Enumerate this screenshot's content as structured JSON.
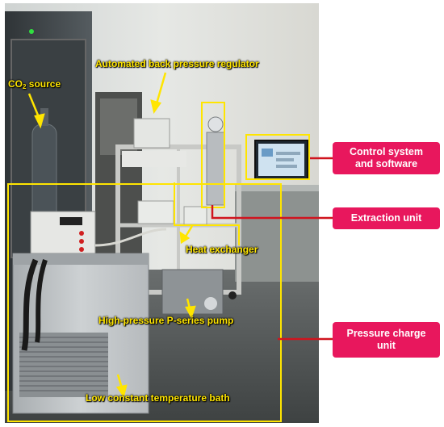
{
  "image": {
    "description_labels": {
      "co2_prefix": "CO",
      "co2_sub": "2",
      "co2_suffix": " source",
      "back_pressure_regulator": "Automated back pressure regulator",
      "heat_exchanger": "Heat exchanger",
      "pump": "High-pressure P-series pump",
      "bath": "Low constant temperature bath"
    },
    "callouts": {
      "control": "Control system\nand software",
      "extraction": "Extraction unit",
      "pressure_charge": "Pressure charge\nunit"
    },
    "colors": {
      "label_yellow": "#ffe500",
      "callout_pink": "#e8175d",
      "leader_red": "#d0141e"
    }
  }
}
